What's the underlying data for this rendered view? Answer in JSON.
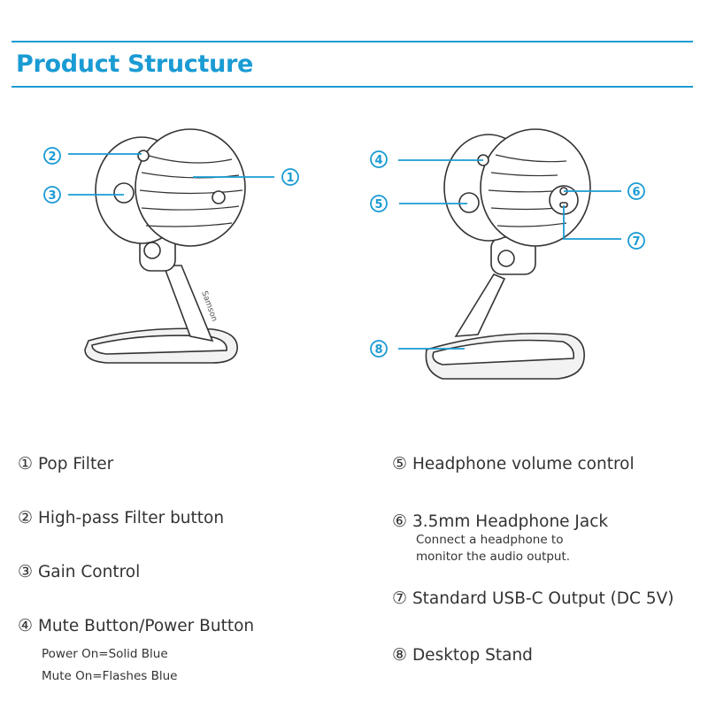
{
  "title": "Product Structure",
  "accent_color": "#1a9bd3",
  "callout_numbers": [
    "1",
    "2",
    "3",
    "4",
    "5",
    "6",
    "7",
    "8"
  ],
  "legend": {
    "left": [
      {
        "num": "①",
        "label": "Pop Filter"
      },
      {
        "num": "②",
        "label": "High-pass Filter button"
      },
      {
        "num": "③",
        "label": "Gain Control"
      },
      {
        "num": "④",
        "label": "Mute Button/Power Button",
        "notes": [
          "Power On=Solid Blue",
          "Mute On=Flashes Blue"
        ]
      }
    ],
    "right": [
      {
        "num": "⑤",
        "label": "Headphone volume control"
      },
      {
        "num": "⑥",
        "label": "3.5mm Headphone Jack",
        "notes": [
          "Connect a headphone to",
          "monitor the audio output."
        ]
      },
      {
        "num": "⑦",
        "label": "Standard USB-C Output (DC 5V)"
      },
      {
        "num": "⑧",
        "label": "Desktop Stand"
      }
    ]
  }
}
